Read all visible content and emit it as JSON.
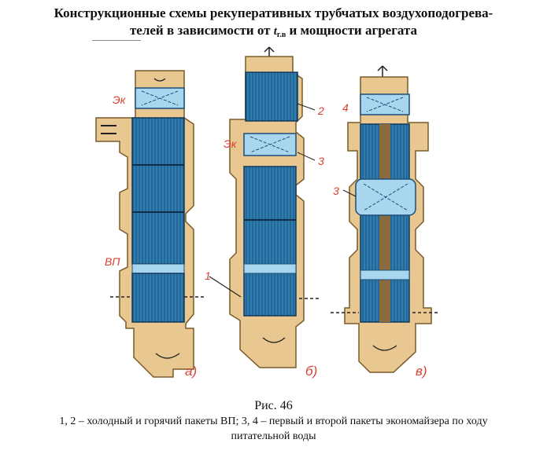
{
  "title": {
    "line1": "Конструкционные схемы рекуперативных трубчатых воздухоподогрева-",
    "line2_pre": "телей в зависимости от ",
    "line2_var": "t",
    "line2_sub": "г.в",
    "line2_post": " и мощности агрегата"
  },
  "figure": {
    "labels": {
      "ek_a": "Эк",
      "vp_a": "ВП",
      "ek_b": "Эк",
      "num1": "1",
      "num2": "2",
      "num3_b": "3",
      "num3_c": "3",
      "num4": "4",
      "tag_a": "а)",
      "tag_b": "б)",
      "tag_c": "в)"
    },
    "colors": {
      "casing": "#e8c790",
      "tube_bank": "#2d7db0",
      "tube_line": "#1b4f7a",
      "economizer": "#a9d6ef",
      "pipe": "#8b6b3e",
      "accent": "#d8412f"
    }
  },
  "fig_label": "Рис. 46",
  "caption": {
    "line1": "1, 2 – холодный и горячий пакеты ВП; 3, 4 – первый и второй пакеты экономайзера по ходу",
    "line2": "питательной воды"
  }
}
